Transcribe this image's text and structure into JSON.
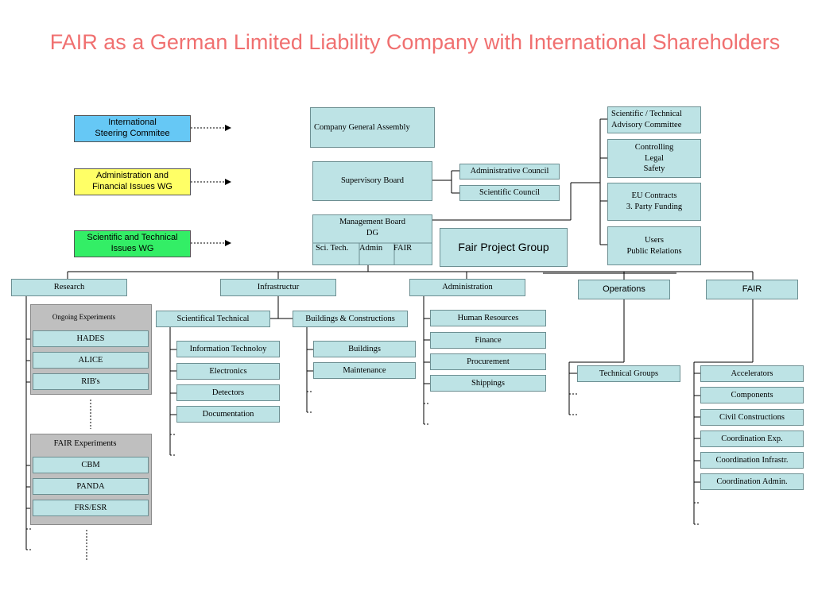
{
  "title": "FAIR as a German Limited Liability Company with International Shareholders",
  "colors": {
    "title": "#f07070",
    "box": "#bde3e5",
    "group": "#bfbfbf",
    "steering": "#66c8f5",
    "admin_wg": "#ffff66",
    "sci_wg": "#33ee66"
  },
  "working_groups": {
    "steering": "International\nSteering Commitee",
    "admin": "Administration and\nFinancial Issues WG",
    "scitech": "Scientific and Technical\nIssues WG"
  },
  "governance": {
    "general_assembly": "Company General Assembly",
    "supervisory_board": "Supervisory Board",
    "administrative_council": "Administrative Council",
    "scientific_council": "Scientific Council",
    "management_board": "Management Board\nDG",
    "mb_sci_tech": "Sci. Tech.",
    "mb_admin": "Admin",
    "mb_fair": "FAIR",
    "fair_project_group": "Fair Project Group"
  },
  "staff_units": {
    "advisory": "Scientific / Technical\nAdvisory Committee",
    "controlling": "Controlling\nLegal\nSafety",
    "eu_contracts": "EU Contracts\n3. Party Funding",
    "users": "Users\nPublic Relations"
  },
  "divisions": {
    "research": {
      "label": "Research",
      "ongoing_label": "Ongoing Experiments",
      "ongoing": [
        "HADES",
        "ALICE",
        "RIB's"
      ],
      "fair_label": "FAIR Experiments",
      "fair": [
        "CBM",
        "PANDA",
        "FRS/ESR"
      ]
    },
    "infrastructure": {
      "label": "Infrastructur",
      "sci_tech": "Scientifical Technical",
      "sci_tech_items": [
        "Information Technoloy",
        "Electronics",
        "Detectors",
        "Documentation"
      ],
      "buildings": "Buildings & Constructions",
      "buildings_items": [
        "Buildings",
        "Maintenance"
      ]
    },
    "administration": {
      "label": "Administration",
      "items": [
        "Human Resources",
        "Finance",
        "Procurement",
        "Shippings"
      ]
    },
    "operations": {
      "label": "Operations",
      "items": [
        "Technical Groups"
      ]
    },
    "fair": {
      "label": "FAIR",
      "items": [
        "Accelerators",
        "Components",
        "Civil Constructions",
        "Coordination Exp.",
        "Coordination Infrastr.",
        "Coordination Admin."
      ]
    }
  }
}
